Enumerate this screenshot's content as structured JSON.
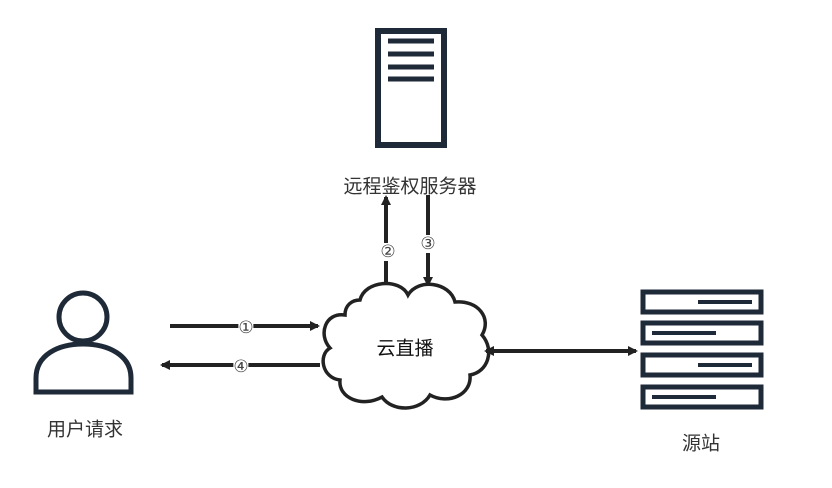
{
  "nodes": {
    "auth_server": "远程鉴权服务器",
    "cloud_live": "云直播",
    "user": "用户请求",
    "origin": "源站"
  },
  "steps": [
    "①",
    "②",
    "③",
    "④"
  ],
  "colors": {
    "icon": "#1f2a38",
    "line": "#222222"
  }
}
